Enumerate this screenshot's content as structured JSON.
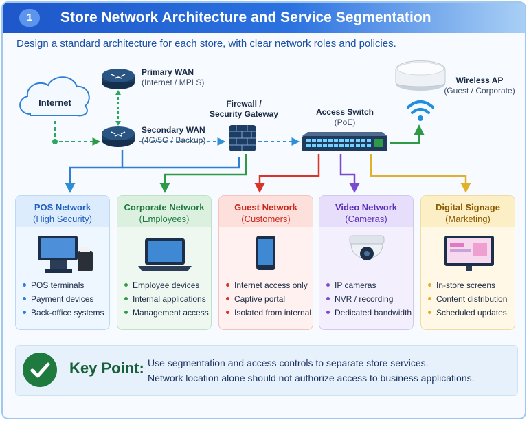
{
  "header": {
    "step": "1",
    "title": "Store Network Architecture and Service Segmentation"
  },
  "subtitle": "Design a standard architecture for each store, with clear network roles and policies.",
  "nodes": {
    "internet": "Internet",
    "primary_wan": {
      "title": "Primary WAN",
      "sub": "(Internet / MPLS)"
    },
    "secondary_wan": {
      "title": "Secondary WAN",
      "sub": "(4G/5G / Backup)"
    },
    "firewall": {
      "title_line1": "Firewall /",
      "title_line2": "Security Gateway"
    },
    "access_switch": {
      "title": "Access Switch",
      "sub": "(PoE)"
    },
    "wireless_ap": {
      "title": "Wireless AP",
      "sub": "(Guest / Corporate)"
    }
  },
  "segments": [
    {
      "title": "POS Network",
      "sub": "(High Security)",
      "color": "#1f5fbf",
      "items": [
        "POS terminals",
        "Payment devices",
        "Back-office systems"
      ]
    },
    {
      "title": "Corporate Network",
      "sub": "(Employees)",
      "color": "#1f7a3f",
      "items": [
        "Employee devices",
        "Internal applications",
        "Management access"
      ]
    },
    {
      "title": "Guest Network",
      "sub": "(Customers)",
      "color": "#c8281e",
      "items": [
        "Internet access only",
        "Captive portal",
        "Isolated from internal"
      ]
    },
    {
      "title": "Video Network",
      "sub": "(Cameras)",
      "color": "#5a2fb8",
      "items": [
        "IP cameras",
        "NVR / recording",
        "Dedicated bandwidth"
      ]
    },
    {
      "title": "Digital Signage",
      "sub": "(Marketing)",
      "color": "#8a5a00",
      "items": [
        "In-store screens",
        "Content distribution",
        "Scheduled updates"
      ]
    }
  ],
  "key_point": {
    "label": "Key Point:",
    "line1": "Use segmentation and access controls to separate store services.",
    "line2": "Network location alone should not authorize access to business applications."
  },
  "colors": {
    "header_blue": "#1e57c9",
    "pos": "#2f7fd6",
    "corporate": "#2e9a48",
    "guest": "#d8342a",
    "video": "#7a4ad0",
    "signage": "#e0b12a",
    "wan_link": "#2aa760",
    "fw_link": "#2f8fd6"
  }
}
